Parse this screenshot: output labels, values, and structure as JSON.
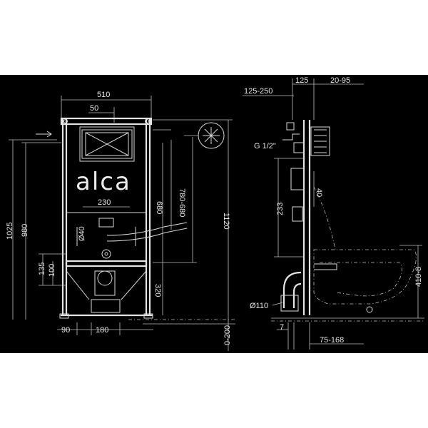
{
  "brand": {
    "logo_text": "alca"
  },
  "front_view": {
    "dims": {
      "width_top": "510",
      "offset_top": "50",
      "width_mid": "230",
      "height_total": "1120",
      "height_left_a": "1025",
      "height_left_b": "980",
      "h_135": "135",
      "h_100": "100",
      "h_320": "320",
      "h_680": "680",
      "h_vert_pair": "780-680",
      "dia_40": "Ø40",
      "bottom_90": "90",
      "bottom_180": "180",
      "floor_range": "0-200"
    }
  },
  "side_view": {
    "dims": {
      "top_125": "125",
      "top_20_95": "20-95",
      "top_125_250": "125-250",
      "thread": "G 1/2\"",
      "h_233": "233",
      "h_40": "40",
      "dia_110": "Ø110",
      "h_410_8": "410-8",
      "bottom_7": "7",
      "bottom_75_168": "75-168"
    }
  }
}
